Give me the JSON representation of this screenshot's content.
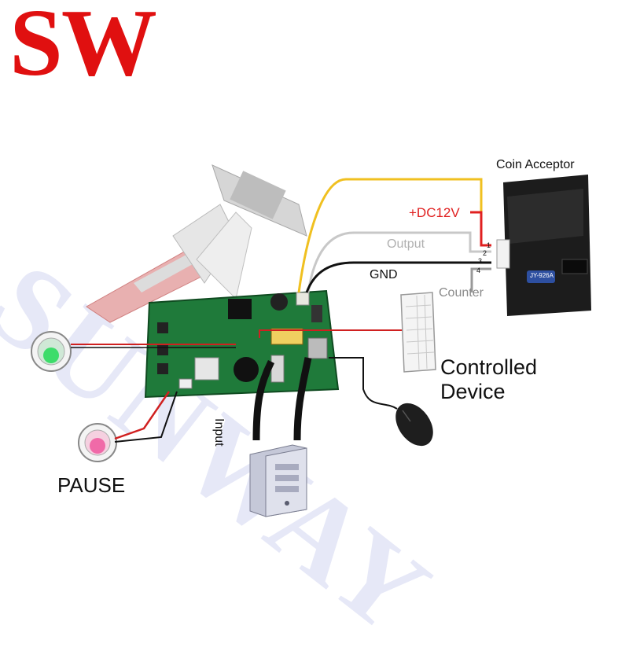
{
  "logo": "SW",
  "watermark": "SUNWAY",
  "labels": {
    "coin_acceptor": "Coin Acceptor",
    "dc12v": "+DC12V",
    "output": "Output",
    "gnd": "GND",
    "counter": "Counter",
    "controlled_line1": "Controlled",
    "controlled_line2": "Device",
    "input": "Input",
    "pause": "PAUSE",
    "coin_model": "JY-926A"
  },
  "pins": [
    "1",
    "2",
    "3",
    "4"
  ],
  "colors": {
    "logo": "#e01010",
    "dc_wire": "#e02020",
    "signal_wire": "#f0c020",
    "output_wire": "#c8c8c8",
    "gnd_wire": "#111111",
    "pcb": "#1f7a3a",
    "button_green": "#3ddc6a",
    "button_pink": "#f06aa8"
  }
}
